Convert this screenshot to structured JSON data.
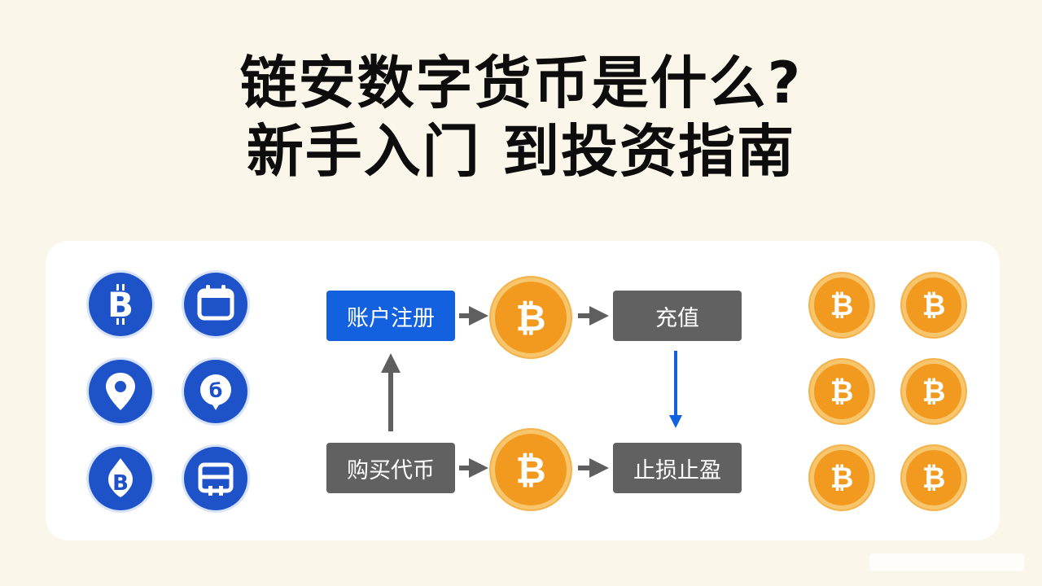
{
  "title": {
    "line1": "链安数字货币是什么?",
    "line2": "新手入门 到投资指南"
  },
  "flow": {
    "register": "账户注册",
    "deposit": "充值",
    "buy": "购买代币",
    "stop": "止损止盈"
  },
  "icons": [
    "bitcoin-icon",
    "calendar-icon",
    "location-pin-icon",
    "coin-chat-icon",
    "bitcoin-drop-icon",
    "wallet-icon"
  ],
  "colors": {
    "background": "#fbf6ea",
    "blue": "#1461e0",
    "dark_blue": "#1d52c9",
    "gray": "#616161",
    "coin_orange": "#f29a1f"
  }
}
